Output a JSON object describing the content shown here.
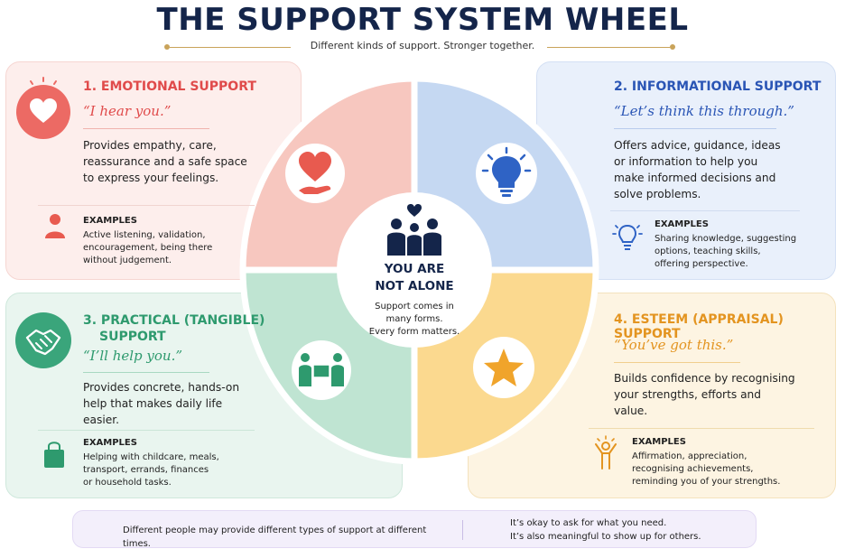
{
  "header": {
    "title": "THE SUPPORT SYSTEM WHEEL",
    "subtitle": "Different kinds of support. Stronger together."
  },
  "center": {
    "title_line1": "YOU ARE",
    "title_line2": "NOT ALONE",
    "sub_line1": "Support comes in",
    "sub_line2": "many forms.",
    "sub_line3": "Every form matters."
  },
  "emotional": {
    "heading": "1. EMOTIONAL SUPPORT",
    "quote": "“I hear you.”",
    "desc_1": "Provides empathy, care,",
    "desc_2": "reassurance and a safe space",
    "desc_3": "to express your feelings.",
    "examples_label": "EXAMPLES",
    "ex_1": "Active listening, validation,",
    "ex_2": "encouragement, being there",
    "ex_3": "without judgement.",
    "color": "#e04b4b",
    "icon": "heart-icon",
    "segment_icon": "heart-in-hand-icon",
    "example_icon": "person-icon"
  },
  "informational": {
    "heading": "2. INFORMATIONAL SUPPORT",
    "quote": "“Let’s think this through.”",
    "desc_1": "Offers advice, guidance, ideas",
    "desc_2": "or information to help you",
    "desc_3": "make informed decisions and",
    "desc_4": "solve problems.",
    "examples_label": "EXAMPLES",
    "ex_1": "Sharing knowledge, suggesting",
    "ex_2": "options, teaching skills,",
    "ex_3": "offering perspective.",
    "color": "#2a55b5",
    "segment_icon": "lightbulb-icon",
    "example_icon": "lightbulb-icon"
  },
  "practical": {
    "heading_1": "3. PRACTICAL (TANGIBLE)",
    "heading_2": "SUPPORT",
    "quote": "“I’ll help you.”",
    "desc_1": "Provides concrete, hands-on",
    "desc_2": "help that makes daily life",
    "desc_3": "easier.",
    "examples_label": "EXAMPLES",
    "ex_1": "Helping with childcare, meals,",
    "ex_2": "transport, errands, finances",
    "ex_3": "or household tasks.",
    "color": "#2e9a6e",
    "icon": "handshake-icon",
    "segment_icon": "people-box-icon",
    "example_icon": "shopping-bag-icon"
  },
  "esteem": {
    "heading": "4. ESTEEM (APPRAISAL) SUPPORT",
    "quote": "“You’ve got this.”",
    "desc_1": "Builds confidence by recognising",
    "desc_2": "your strengths, efforts and",
    "desc_3": "value.",
    "examples_label": "EXAMPLES",
    "ex_1": "Affirmation, appreciation,",
    "ex_2": "recognising achievements,",
    "ex_3": "reminding you of your strengths.",
    "color": "#e39420",
    "segment_icon": "star-icon",
    "example_icon": "celebrating-person-icon"
  },
  "footer": {
    "left_text": "Different people may provide different types of support at different times.",
    "right_line1": "It’s okay to ask for what you need.",
    "right_line2": "It’s also meaningful to show up for others.",
    "left_icon": "group-icon",
    "right_icon": "heart-outline-icon"
  }
}
